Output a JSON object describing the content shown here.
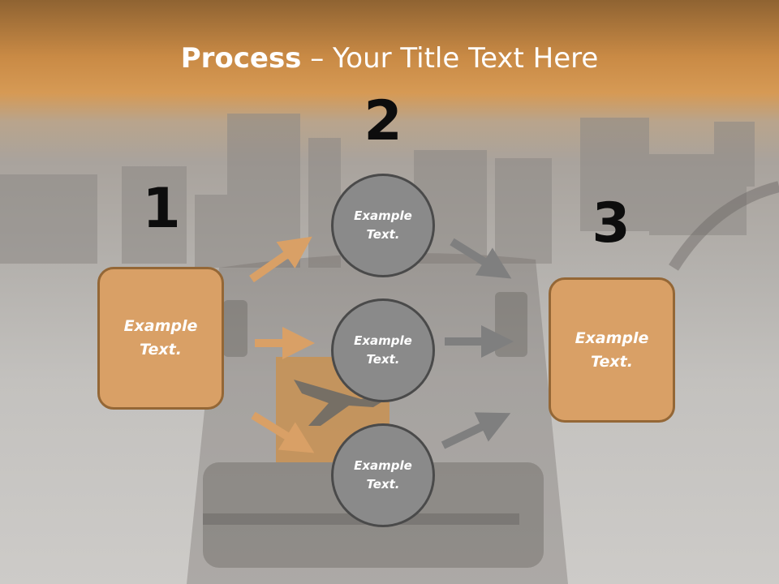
{
  "title": {
    "bold": "Process",
    "rest": " – Your Title Text Here"
  },
  "steps": {
    "one": "1",
    "two": "2",
    "three": "3"
  },
  "left_box": {
    "line1": "Example",
    "line2": "Text."
  },
  "right_box": {
    "line1": "Example",
    "line2": "Text."
  },
  "circles": [
    {
      "line1": "Example",
      "line2": "Text."
    },
    {
      "line1": "Example",
      "line2": "Text."
    },
    {
      "line1": "Example",
      "line2": "Text."
    }
  ],
  "colors": {
    "header": "#c98a45",
    "box_fill": "#d9a066",
    "box_border": "#946736",
    "circle_fill": "#8a8a8a",
    "arrow_orange": "#d9a066",
    "arrow_gray": "#7f7f7f"
  }
}
